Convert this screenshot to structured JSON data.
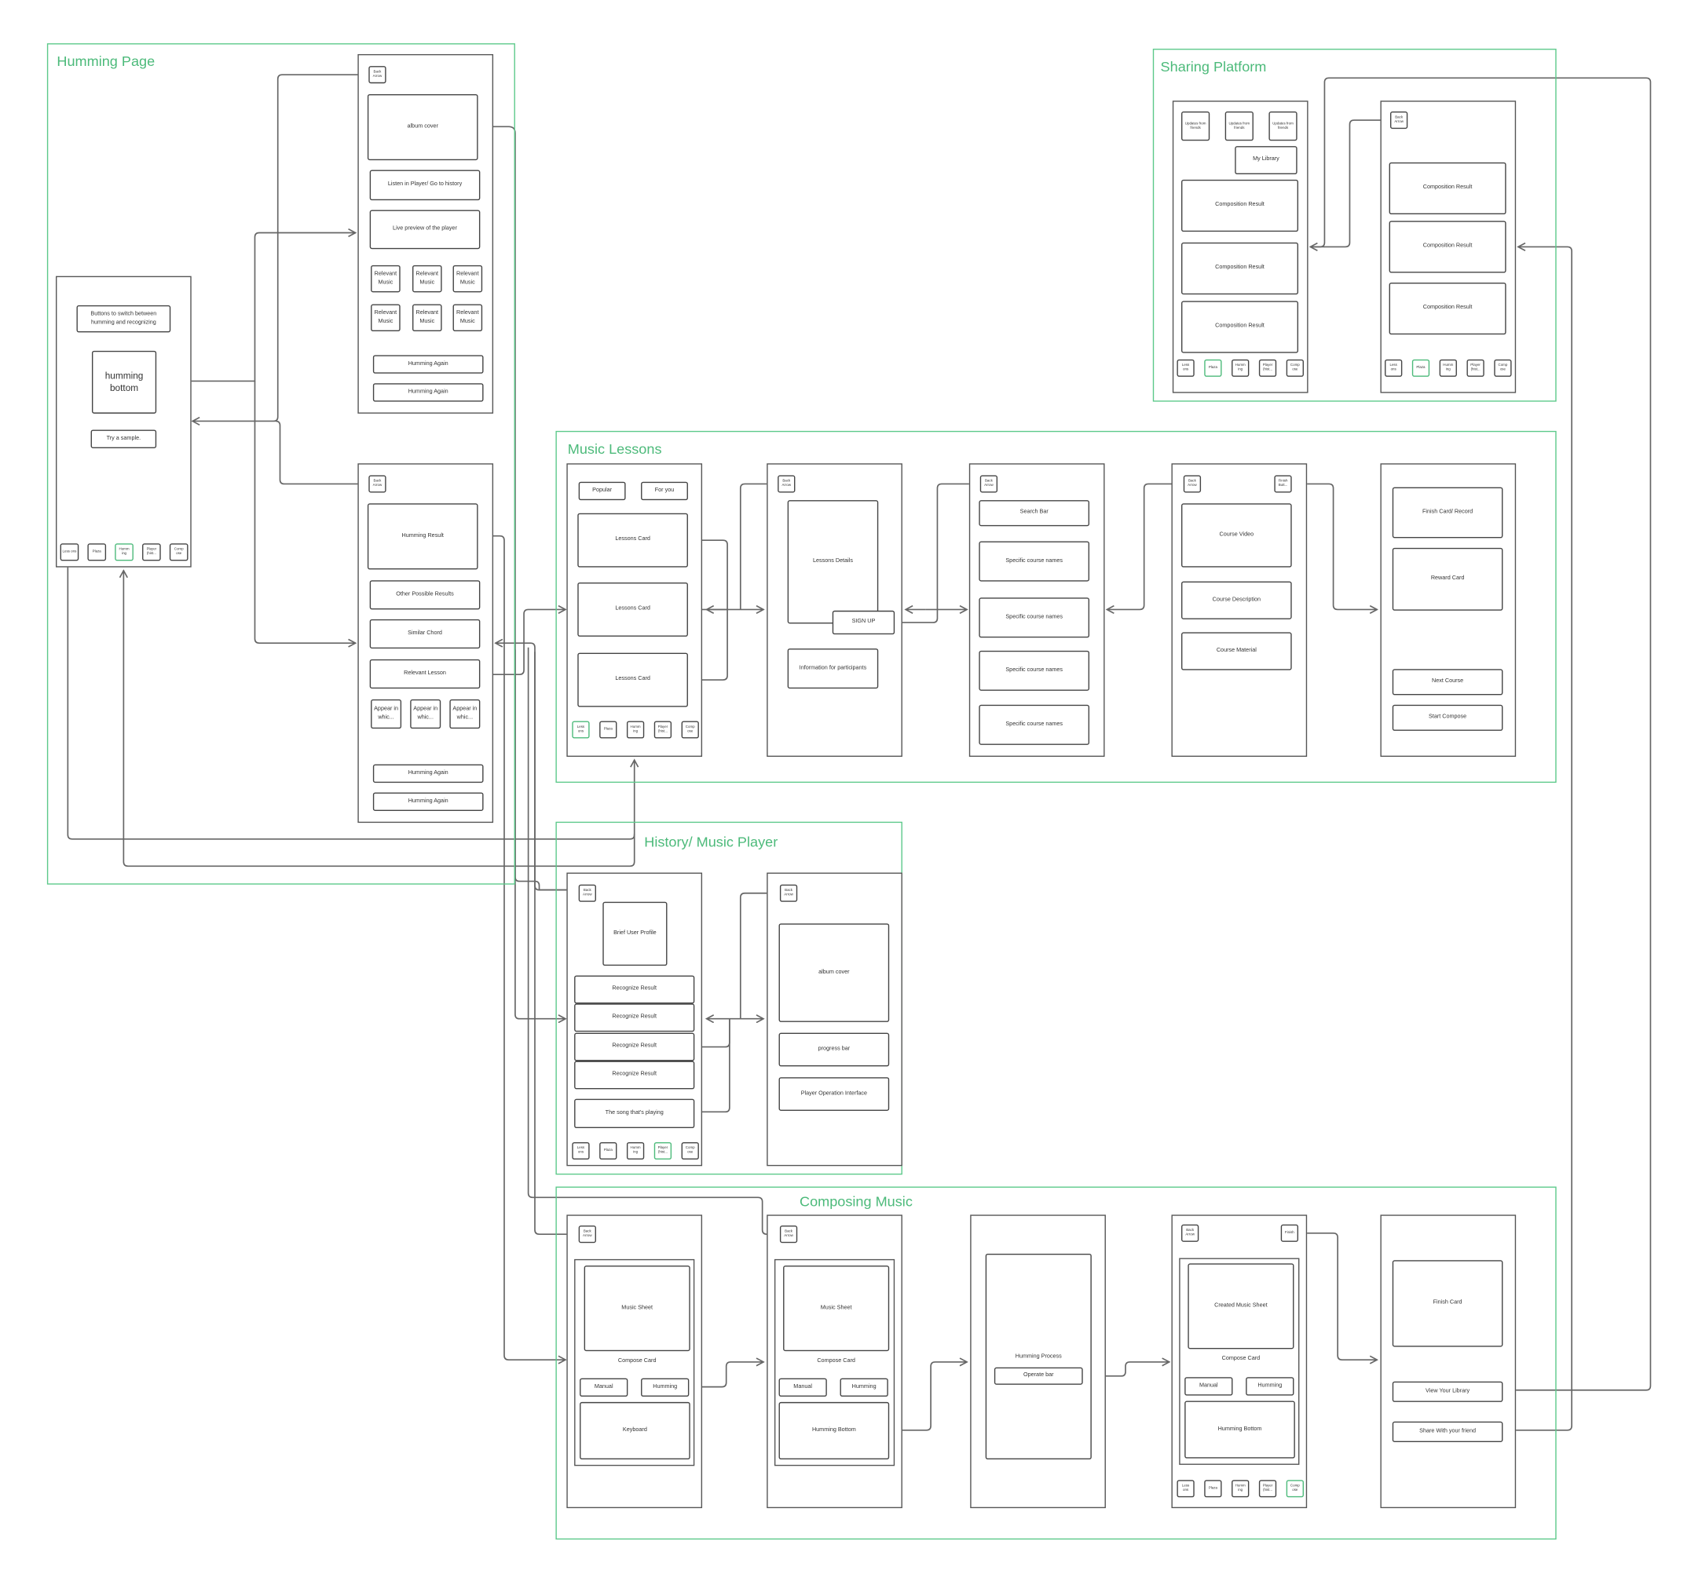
{
  "diagram_type": "app-wireframe-flow",
  "colors": {
    "group_border": "#5cc98a",
    "group_title": "#4cba7a",
    "line": "#666666",
    "box_border": "#444444"
  },
  "groups": {
    "humming": "Humming Page",
    "sharing": "Sharing Platform",
    "lessons": "Music Lessons",
    "history": "History/ Music Player",
    "composing": "Composing Music"
  },
  "tabs": [
    "Less ons",
    "Plaza",
    "Humm ing",
    "Player (hist...",
    "Comp ose"
  ],
  "common": {
    "back_arrow": "Back Arrow"
  },
  "humming": {
    "main": {
      "switch_buttons": "Buttons to switch between humming and recognizing",
      "humming_bottom": "humming bottom",
      "try_sample": "Try a sample."
    },
    "player_preview": {
      "album_cover": "album cover",
      "listen": "Listen in Player/ Go to history",
      "live_preview": "Live preview of the player",
      "relevant_music": "Relevant Music",
      "humming_again": "Humming Again"
    },
    "result": {
      "humming_result": "Humming Result",
      "other_results": "Other Possible Results",
      "similar_chord": "Similar Chord",
      "relevant_lesson": "Relevant Lesson",
      "appear_in": "Appear in whic...",
      "humming_again": "Humming Again"
    }
  },
  "sharing": {
    "feed": {
      "updates": "Updates from friends",
      "my_library": "My Library",
      "composition_result": "Composition Result"
    },
    "library": {
      "composition_result": "Composition Result"
    }
  },
  "lessons": {
    "list": {
      "popular": "Popular",
      "for_you": "For you",
      "lessons_card": "Lessons Card"
    },
    "details": {
      "lessons_details": "Lessons Details",
      "sign_up": "SIGN UP",
      "info_participants": "Information for participants"
    },
    "search": {
      "search_bar": "Search Bar",
      "course_names": "Specific course names"
    },
    "course": {
      "finish_button": "Finish Butt...",
      "course_video": "Course Video",
      "course_description": "Course Description",
      "course_material": "Course Material"
    },
    "finish": {
      "finish_card": "Finish Card/ Record",
      "reward_card": "Reward Card",
      "next_course": "Next Course",
      "start_compose": "Start Compose"
    }
  },
  "history": {
    "list": {
      "brief_profile": "Brief User Profile",
      "recognize_result": "Recognize Result",
      "song_playing": "The song that's playing"
    },
    "player": {
      "album_cover": "album cover",
      "progress_bar": "progress bar",
      "player_interface": "Player Operation Interface"
    }
  },
  "composing": {
    "manual": {
      "music_sheet": "Music Sheet",
      "compose_card": "Compose Card",
      "manual": "Manual",
      "humming": "Humming",
      "keyboard": "Keyboard"
    },
    "hum": {
      "music_sheet": "Music Sheet",
      "compose_card": "Compose Card",
      "manual": "Manual",
      "humming": "Humming",
      "humming_bottom": "Humming Bottom"
    },
    "process": {
      "humming_process": "Humming Process",
      "operate_bar": "Operate bar"
    },
    "created": {
      "finish": "Finish",
      "created_sheet": "Created Music Sheet",
      "compose_card": "Compose Card",
      "manual": "Manual",
      "humming": "Humming",
      "humming_bottom": "Humming Bottom"
    },
    "finish": {
      "finish_card": "Finish Card",
      "view_library": "View Your Library",
      "share_friend": "Share With your friend"
    }
  }
}
